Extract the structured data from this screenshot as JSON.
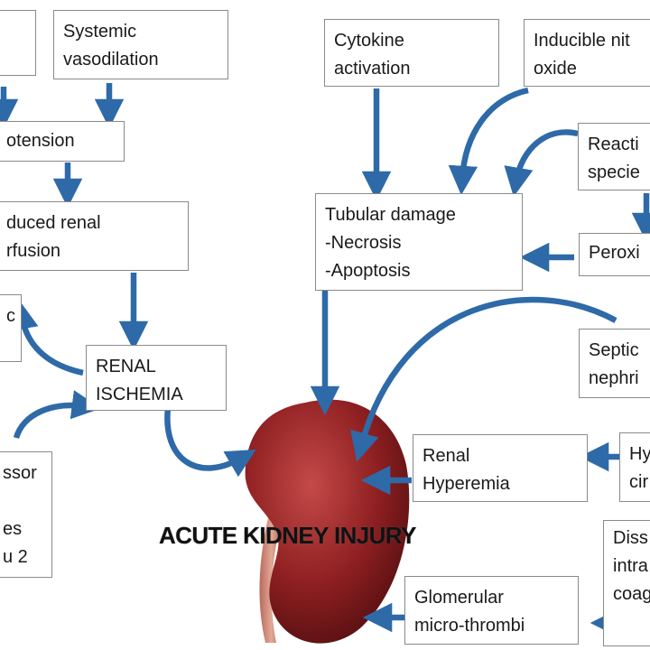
{
  "title": "ACUTE KIDNEY INJURY",
  "colors": {
    "arrow": "#2e6aa8",
    "box_border": "#8a8a8a",
    "kidney": "#8e1f21"
  },
  "boxes": {
    "systemic_vasodilation": [
      "Systemic",
      "vasodilation"
    ],
    "hypotension": [
      "otension"
    ],
    "reduced_renal_perfusion": [
      "duced renal",
      "rfusion"
    ],
    "renal_ischemia": [
      "RENAL",
      "ISCHEMIA"
    ],
    "left_partial_c": [
      "c"
    ],
    "vasoconstrictor": [
      "ssor",
      "",
      "es",
      "u 2"
    ],
    "cytokine_activation": [
      "Cytokine",
      "activation"
    ],
    "inducible_nitric_oxide": [
      "Inducible nit",
      "oxide"
    ],
    "reactive_species": [
      "Reacti",
      "specie"
    ],
    "peroxi": [
      "Peroxi"
    ],
    "tubular_damage": [
      "Tubular damage",
      "-Necrosis",
      "-Apoptosis"
    ],
    "septic_nephritis": [
      "Septic",
      "nephri"
    ],
    "renal_hyperemia": [
      "Renal",
      "Hyperemia"
    ],
    "hy_cir": [
      "Hy",
      "cir"
    ],
    "glomerular_microthrombi": [
      "Glomerular",
      "micro-thrombi"
    ],
    "disseminated_coag": [
      "Diss",
      "intra",
      "coag"
    ]
  }
}
